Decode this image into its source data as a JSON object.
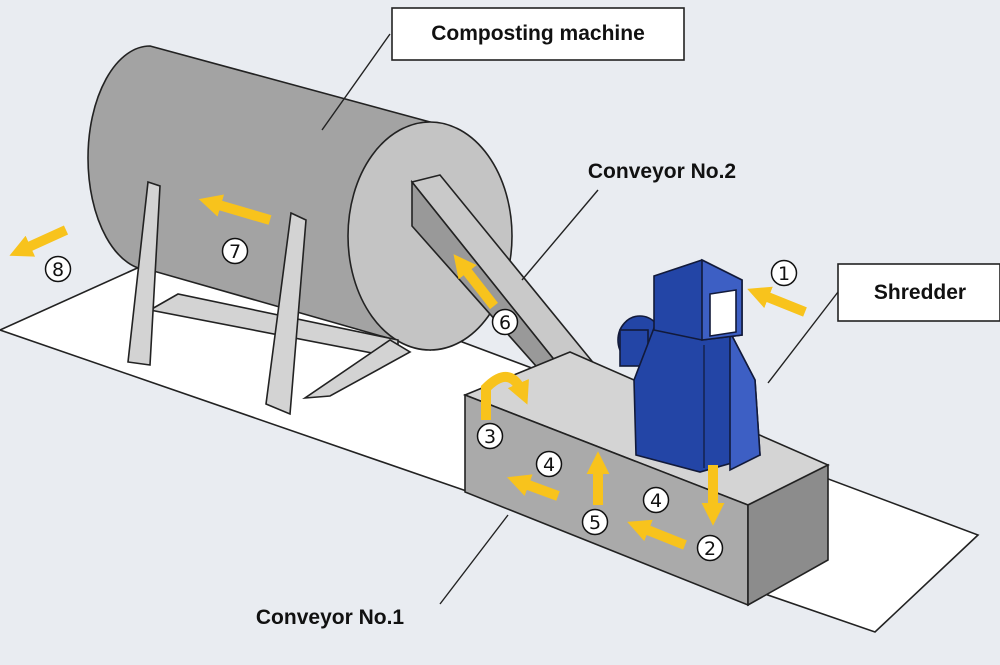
{
  "labels": {
    "composting_machine": "Composting machine",
    "conveyor_no2": "Conveyor No.2",
    "shredder": "Shredder",
    "conveyor_no1": "Conveyor No.1"
  },
  "steps": {
    "s1": "1",
    "s2": "2",
    "s3": "3",
    "s4a": "4",
    "s4b": "4",
    "s5": "5",
    "s6": "6",
    "s7": "7",
    "s8": "8"
  },
  "colors": {
    "background": "#e9ecf1",
    "floor": "#ffffff",
    "machine_gray": "#a3a3a3",
    "shredder_blue": "#2345a6",
    "arrow_yellow": "#f8c31c"
  }
}
